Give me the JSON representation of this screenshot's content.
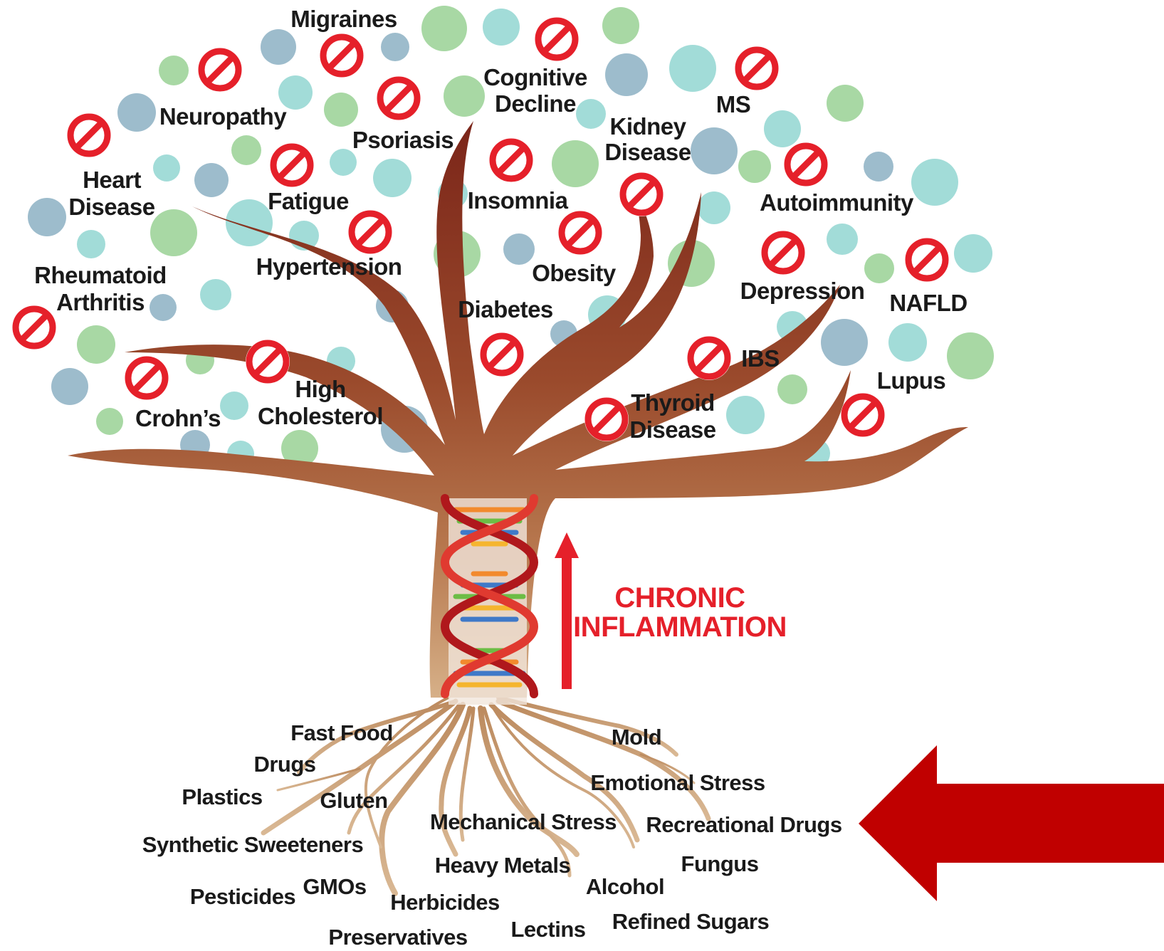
{
  "diseases": [
    "Migraines",
    "Neuropathy",
    "Psoriasis",
    "Cognitive Decline",
    "Kidney Disease",
    "MS",
    "Heart Disease",
    "Fatigue",
    "Insomnia",
    "Autoimmunity",
    "Hypertension",
    "Obesity",
    "Rheumatoid Arthritis",
    "Diabetes",
    "Depression",
    "NAFLD",
    "IBS",
    "Lupus",
    "Crohn's",
    "High Cholesterol",
    "Thyroid Disease"
  ],
  "disease_lines": {
    "migraines": "Migraines",
    "neuropathy": "Neuropathy",
    "psoriasis": "Psoriasis",
    "cognitive_1": "Cognitive",
    "cognitive_2": "Decline",
    "kidney_1": "Kidney",
    "kidney_2": "Disease",
    "ms": "MS",
    "heart_1": "Heart",
    "heart_2": "Disease",
    "fatigue": "Fatigue",
    "insomnia": "Insomnia",
    "autoimmunity": "Autoimmunity",
    "hypertension": "Hypertension",
    "obesity": "Obesity",
    "ra_1": "Rheumatoid",
    "ra_2": "Arthritis",
    "diabetes": "Diabetes",
    "depression": "Depression",
    "nafld": "NAFLD",
    "ibs": "IBS",
    "lupus": "Lupus",
    "crohns": "Crohn’s",
    "cholesterol_1": "High",
    "cholesterol_2": "Cholesterol",
    "thyroid_1": "Thyroid",
    "thyroid_2": "Disease"
  },
  "center_label": {
    "line1": "CHRONIC",
    "line2": "INFLAMMATION"
  },
  "causes": {
    "fast_food": "Fast Food",
    "mold": "Mold",
    "drugs": "Drugs",
    "plastics": "Plastics",
    "gluten": "Gluten",
    "emotional_stress": "Emotional Stress",
    "mechanical_stress": "Mechanical Stress",
    "recreational_drugs": "Recreational Drugs",
    "synthetic_sweeteners": "Synthetic Sweeteners",
    "heavy_metals": "Heavy Metals",
    "fungus": "Fungus",
    "pesticides": "Pesticides",
    "gmos": "GMOs",
    "alcohol": "Alcohol",
    "herbicides": "Herbicides",
    "refined_sugars": "Refined Sugars",
    "lectins": "Lectins",
    "preservatives": "Preservatives"
  },
  "colors": {
    "no_symbol": "#e5202a",
    "trunk": "#8f3a26",
    "roots": "#c9a27a",
    "leaf_green": "#a8d8a4",
    "leaf_teal": "#a2dcd8",
    "leaf_blue": "#9dbccc",
    "inflammation": "#e5202a",
    "big_arrow": "#c00000"
  },
  "icons": [
    "no-symbol-icon",
    "dna-helix-icon",
    "up-arrow-icon",
    "left-arrow-icon"
  ]
}
